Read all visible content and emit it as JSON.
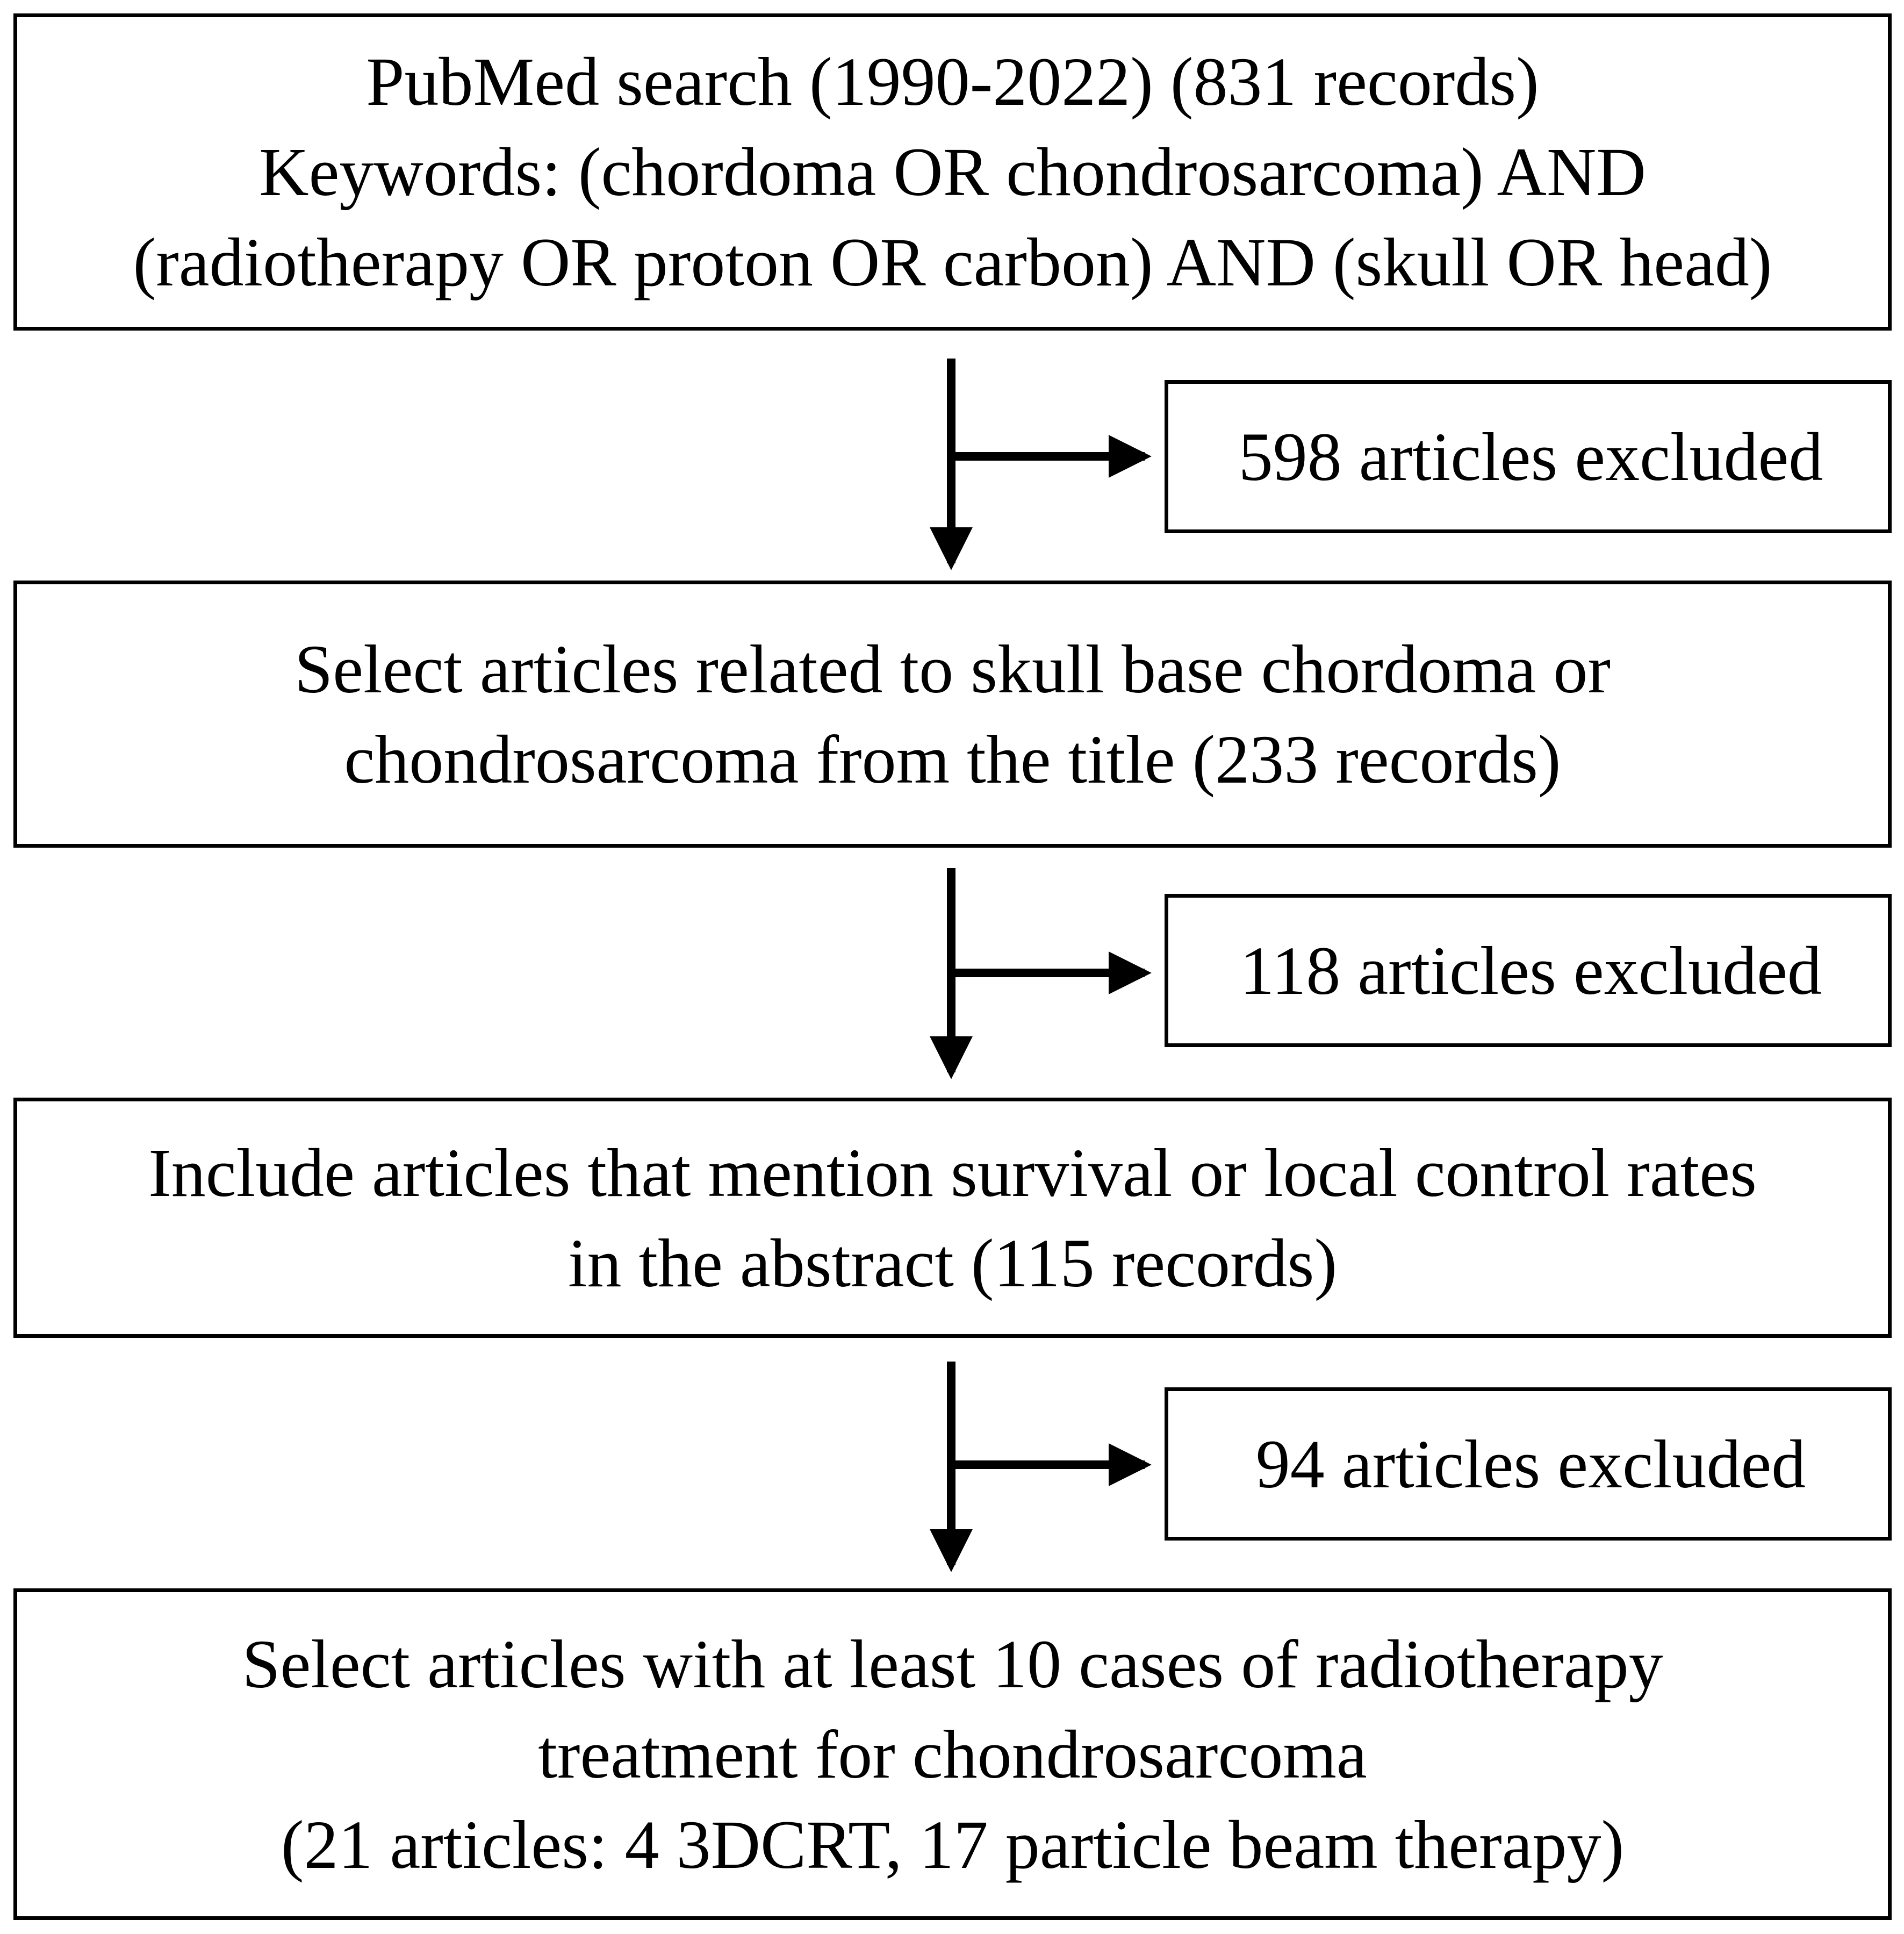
{
  "steps": [
    {
      "lines": [
        "PubMed search (1990-2022) (831 records)",
        "Keywords: (chordoma OR chondrosarcoma) AND",
        "(radiotherapy OR proton OR carbon) AND (skull OR head)"
      ]
    },
    {
      "lines": [
        "Select articles related to skull base chordoma or",
        "chondrosarcoma from the title (233 records)"
      ]
    },
    {
      "lines": [
        "Include articles that mention survival or local control rates",
        "in the abstract (115 records)"
      ]
    },
    {
      "lines": [
        "Select articles with at least 10 cases of radiotherapy",
        "treatment for chondrosarcoma",
        "(21 articles: 4 3DCRT, 17 particle beam therapy)"
      ]
    }
  ],
  "exclusions": [
    "598 articles excluded",
    "118 articles excluded",
    "94 articles excluded"
  ]
}
